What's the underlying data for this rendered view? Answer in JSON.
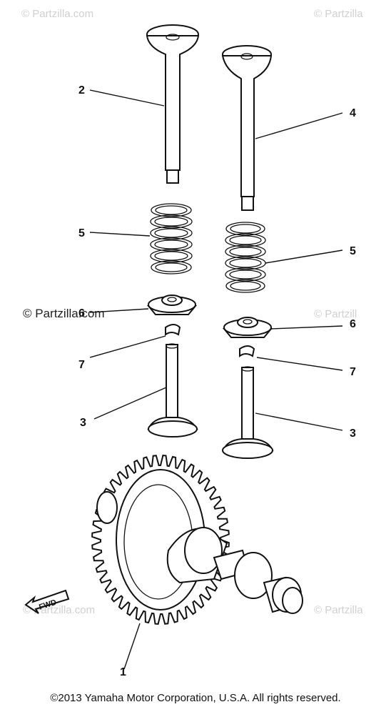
{
  "watermarks": {
    "top_left": "© Partzilla.com",
    "top_right": "© Partzilla",
    "mid_left": "© Partzilla.com",
    "mid_right": "© Partzill",
    "bottom_left": "© Partzilla.com",
    "bottom_right": "© Partzilla"
  },
  "callouts": {
    "valve_intake": "2",
    "valve_exhaust": "4",
    "spring_left": "5",
    "spring_right": "5",
    "retainer_left": "6",
    "retainer_right": "6",
    "cotter_left": "7",
    "cotter_right": "7",
    "valve_lower_left": "3",
    "valve_lower_right": "3",
    "camshaft": "1"
  },
  "fwd_label": "FWD",
  "footer": {
    "copyright": "©2013 Yamaha Motor Corporation, U.S.A. All rights reserved."
  }
}
